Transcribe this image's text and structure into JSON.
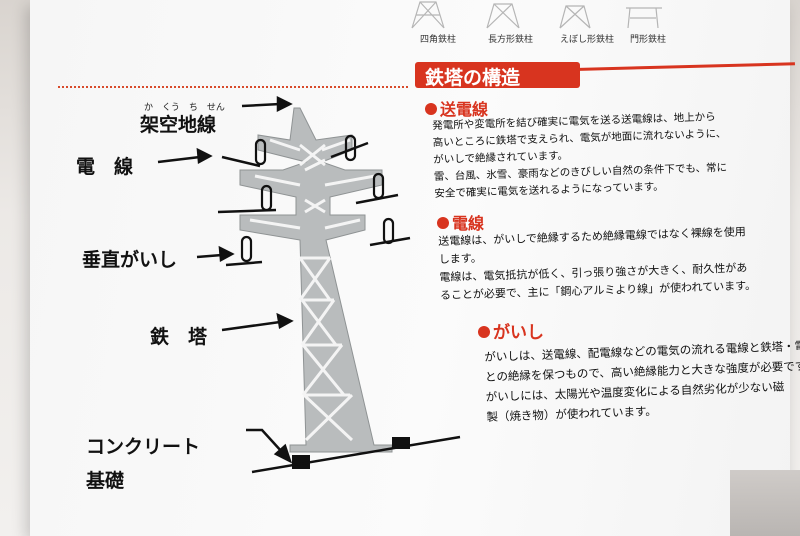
{
  "top_labels": [
    "四角鉄柱",
    "長方形鉄柱",
    "えぼし形鉄柱",
    "門形鉄柱"
  ],
  "diagram_labels": {
    "overhead_ground_wire": "架空地線",
    "overhead_ground_wire_ruby": "か　くう　ち　せん",
    "wire": "電　線",
    "vertical_insulator": "垂直がいし",
    "tower": "鉄　塔",
    "foundation_line1": "コンクリート",
    "foundation_line2": "基礎"
  },
  "panel": {
    "title": "鉄塔の構造",
    "sections": [
      {
        "heading": "送電線",
        "lines": [
          "発電所や変電所を結び確実に電気を送る送電線は、地上から",
          "高いところに鉄塔で支えられ、電気が地面に流れないように、",
          "がいしで絶縁されています。",
          "雷、台風、氷雪、豪雨などのきびしい自然の条件下でも、常に",
          "安全で確実に電気を送れるようになっています。"
        ]
      },
      {
        "heading": "電線",
        "lines": [
          "送電線は、がいしで絶縁するため絶縁電線ではなく裸線を使用",
          "します。",
          "電線は、電気抵抗が低く、引っ張り強さが大きく、耐久性があ",
          "ることが必要で、主に「鋼心アルミより線」が使われています。"
        ]
      },
      {
        "heading": "がいし",
        "lines": [
          "がいしは、送電線、配電線などの電気の流れる電線と鉄塔・電柱",
          "との絶縁を保つもので、高い絶縁能力と大きな強度が必要です",
          "がいしには、太陽光や温度変化による自然劣化が少ない磁",
          "製（焼き物）が使われています。"
        ]
      }
    ]
  },
  "colors": {
    "accent": "#d8341f",
    "tower": "#b9bcbd",
    "text": "#111111"
  }
}
